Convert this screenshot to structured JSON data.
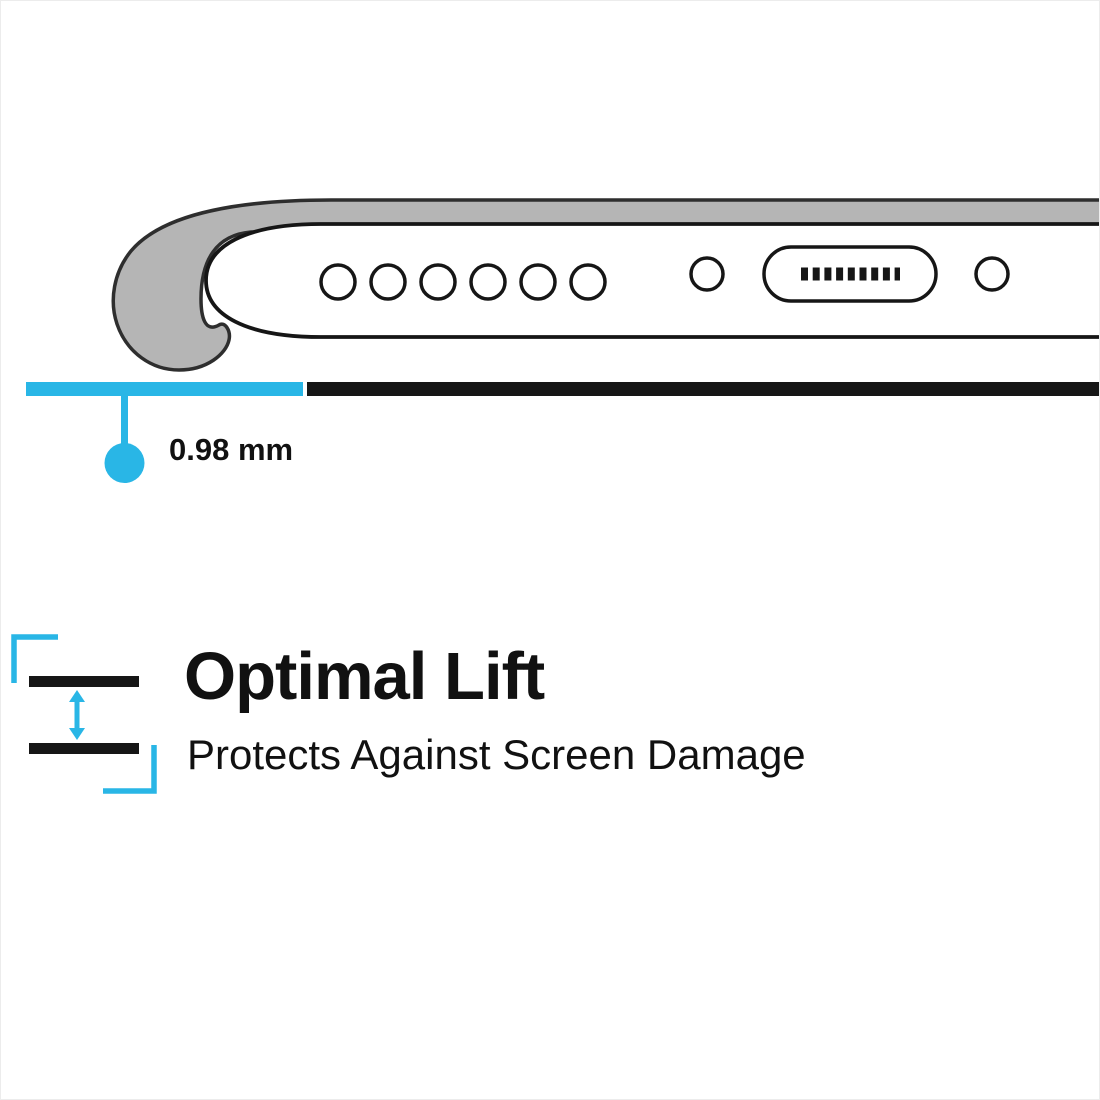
{
  "image": {
    "kind": "product-feature-diagram",
    "background": "#ffffff"
  },
  "colors": {
    "accent_cyan": "#29b6e6",
    "ink_black": "#161616",
    "case_gray": "#b5b5b5",
    "case_outline": "#2e2e2e",
    "text_black": "#111111"
  },
  "diagram": {
    "subject": "phone-bottom-edge-in-case-side-view",
    "speaker_hole_count": 6,
    "port_elements": [
      "screw-hole-left",
      "charging-port",
      "screw-hole-right"
    ]
  },
  "measurement": {
    "lift_value": "0.98 mm"
  },
  "feature": {
    "title": "Optimal Lift",
    "subtitle": "Protects Against Screen Damage"
  }
}
